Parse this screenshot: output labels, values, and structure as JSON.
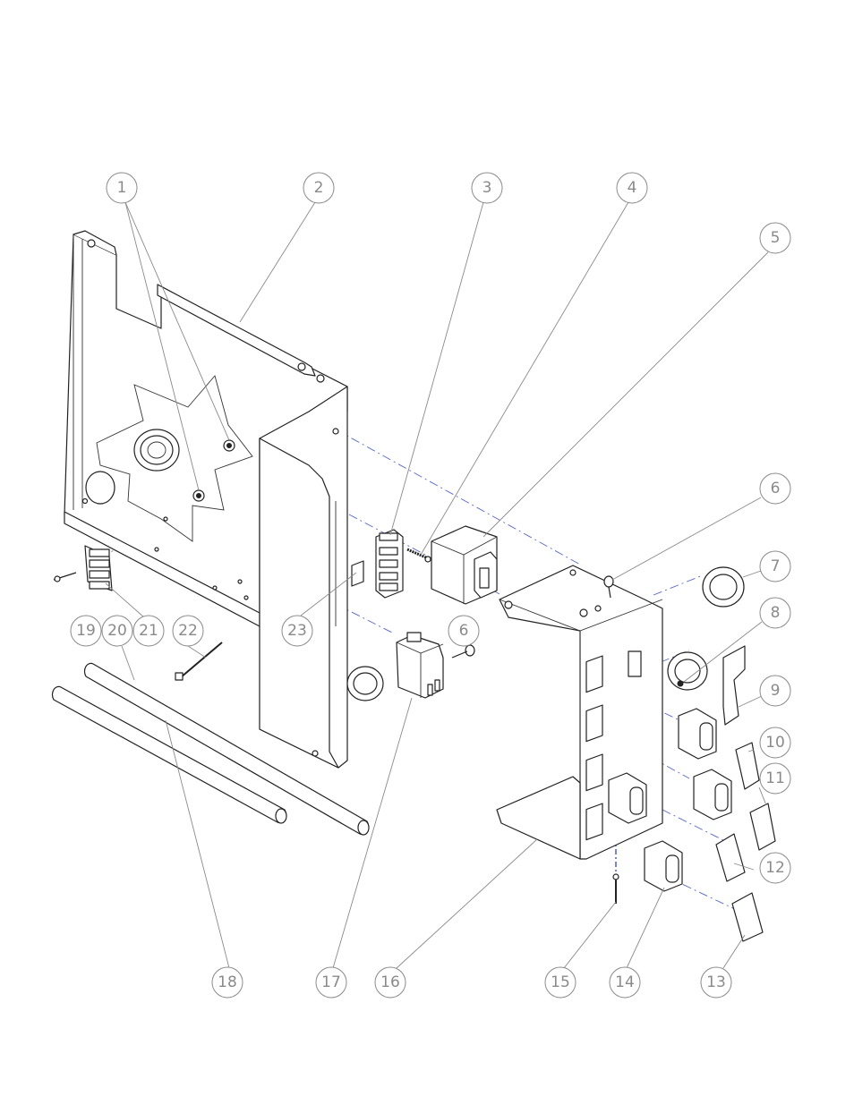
{
  "diagram": {
    "balloons": [
      {
        "id": "b1",
        "label": "1"
      },
      {
        "id": "b2",
        "label": "2"
      },
      {
        "id": "b3",
        "label": "3"
      },
      {
        "id": "b4",
        "label": "4"
      },
      {
        "id": "b5",
        "label": "5"
      },
      {
        "id": "b6a",
        "label": "6"
      },
      {
        "id": "b6b",
        "label": "6"
      },
      {
        "id": "b7",
        "label": "7"
      },
      {
        "id": "b8",
        "label": "8"
      },
      {
        "id": "b9",
        "label": "9"
      },
      {
        "id": "b10",
        "label": "10"
      },
      {
        "id": "b11",
        "label": "11"
      },
      {
        "id": "b12",
        "label": "12"
      },
      {
        "id": "b13",
        "label": "13"
      },
      {
        "id": "b14",
        "label": "14"
      },
      {
        "id": "b15",
        "label": "15"
      },
      {
        "id": "b16",
        "label": "16"
      },
      {
        "id": "b17",
        "label": "17"
      },
      {
        "id": "b18",
        "label": "18"
      },
      {
        "id": "b19",
        "label": "19"
      },
      {
        "id": "b20",
        "label": "20"
      },
      {
        "id": "b21",
        "label": "21"
      },
      {
        "id": "b22",
        "label": "22"
      },
      {
        "id": "b23",
        "label": "23"
      }
    ]
  }
}
